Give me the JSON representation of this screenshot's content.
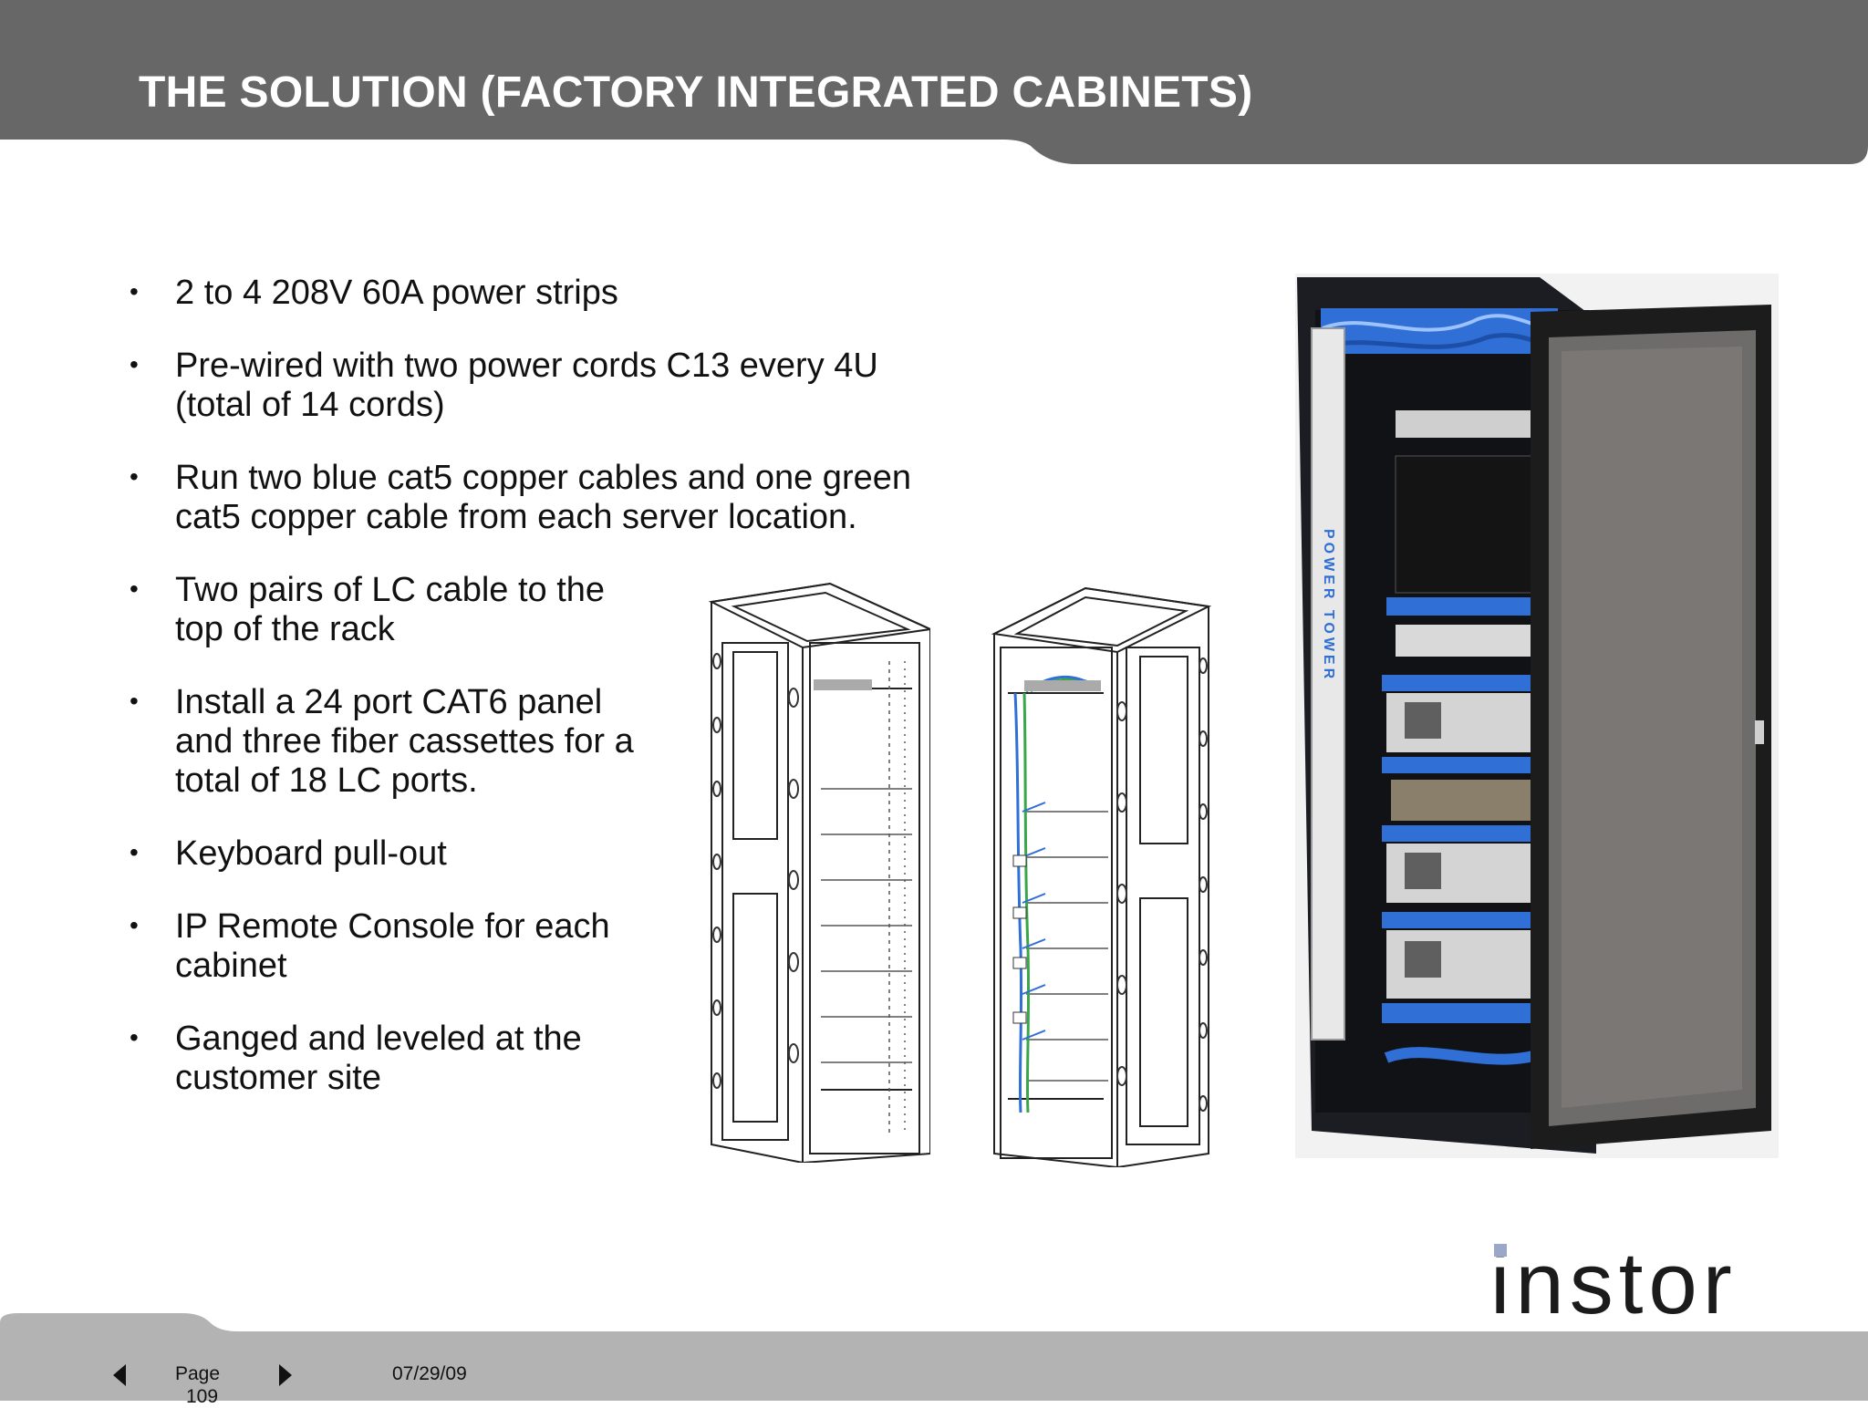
{
  "slide": {
    "title": "THE SOLUTION (FACTORY INTEGRATED CABINETS)",
    "bullets": [
      {
        "lines": [
          "2 to 4 208V 60A power strips"
        ]
      },
      {
        "lines": [
          "Pre-wired with two power cords C13 every 4U",
          "(total of 14 cords)"
        ]
      },
      {
        "lines": [
          "Run two blue cat5 copper cables and one green",
          "cat5 copper cable from each server location."
        ]
      },
      {
        "lines": [
          "Two pairs of LC cable to the",
          "top of the rack"
        ]
      },
      {
        "lines": [
          "Install a 24 port CAT6 panel",
          "and three fiber cassettes for a",
          "total of 18 LC ports."
        ]
      },
      {
        "lines": [
          "Keyboard pull-out"
        ]
      },
      {
        "lines": [
          "IP Remote Console for each",
          "cabinet"
        ]
      },
      {
        "lines": [
          "Ganged and leveled at the",
          "customer site"
        ]
      }
    ],
    "bullet_glyph": "•",
    "photo_side_label": "POWER TOWER",
    "logo_text": "instor"
  },
  "footer": {
    "page_label": "Page",
    "page_number": "109",
    "date": "07/29/09",
    "prev_icon": "triangle-left-icon",
    "next_icon": "triangle-right-icon"
  },
  "colors": {
    "header": "#676767",
    "footer": "#b3b3b3",
    "cable_blue": "#2f6fd6",
    "cable_green": "#3aa64a",
    "logo_dark": "#1b1b1b",
    "logo_accent": "#9aa7c9"
  }
}
